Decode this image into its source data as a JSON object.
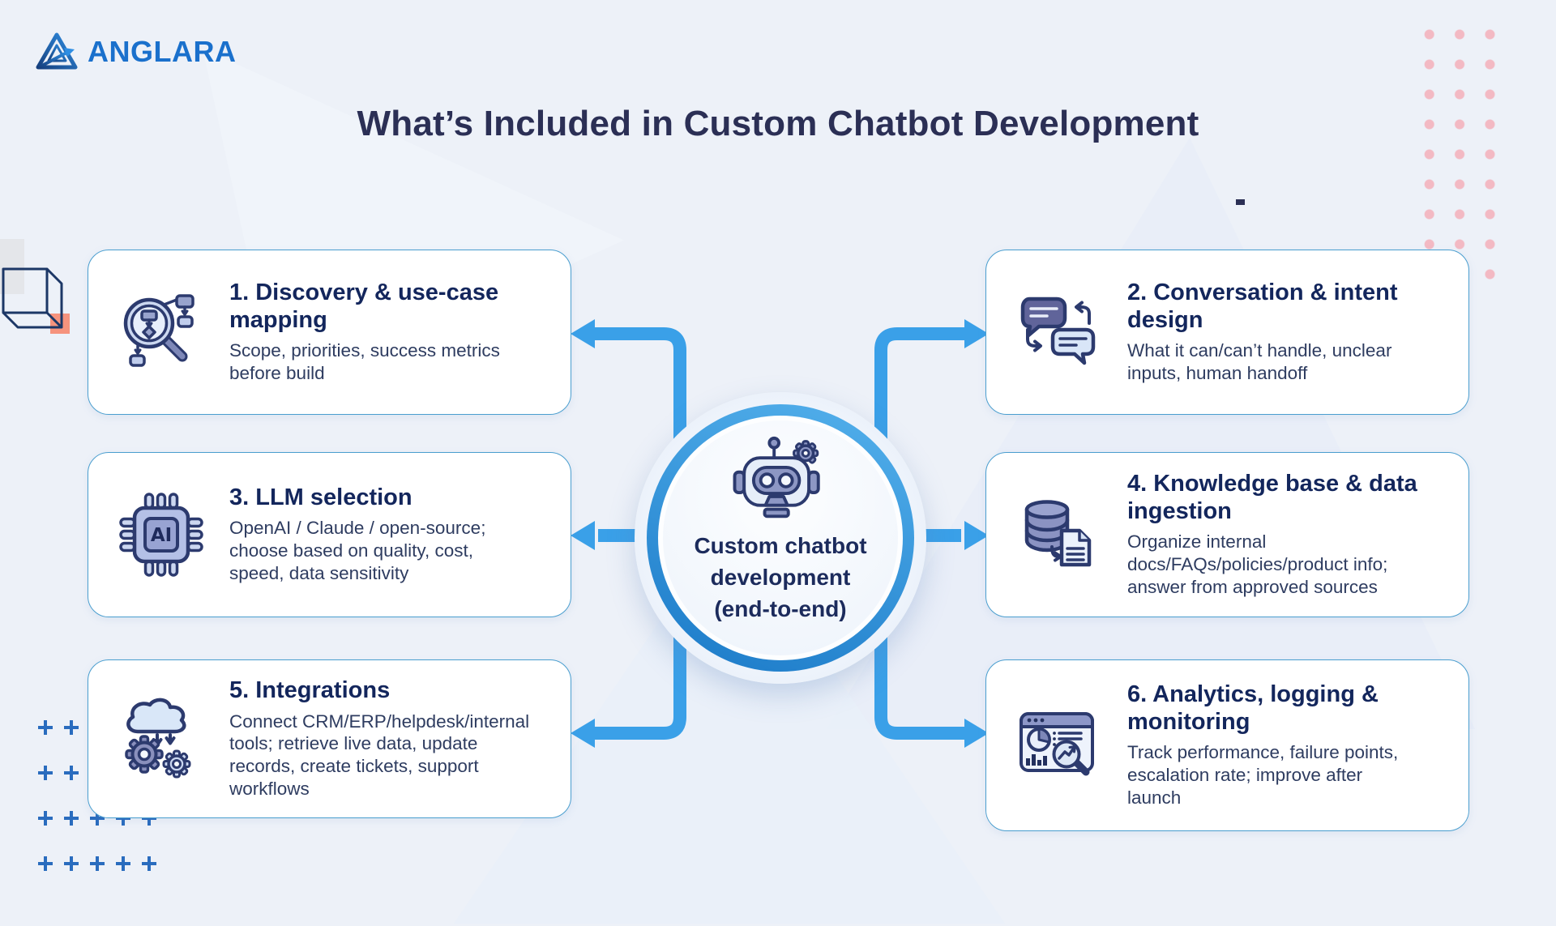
{
  "brand": {
    "name": "ANGLARA",
    "logo_icon": "triangle-arrow-icon"
  },
  "title": "What’s Included in Custom Chatbot Development",
  "hub": {
    "icon": "robot-icon",
    "lines": [
      "Custom chatbot",
      "development",
      "(end-to-end)"
    ]
  },
  "cards": [
    {
      "title": "1. Discovery & use-case mapping",
      "body": "Scope, priorities, success metrics before build",
      "icon": "magnifier-flowchart-icon"
    },
    {
      "title": "2. Conversation & intent design",
      "body": "What it can/can’t handle, unclear inputs, human handoff",
      "icon": "chat-bubbles-icon"
    },
    {
      "title": "3. LLM selection",
      "body": "OpenAI / Claude / open-source; choose based on quality, cost, speed, data sensitivity",
      "icon": "ai-chip-icon",
      "chip_label": "AI"
    },
    {
      "title": "4. Knowledge base & data ingestion",
      "body": "Organize internal docs/FAQs/policies/product info; answer from approved sources",
      "icon": "database-doc-icon"
    },
    {
      "title": "5. Integrations",
      "body": "Connect CRM/ERP/helpdesk/internal tools; retrieve live data, update records, create tickets, support workflows",
      "icon": "cloud-gears-icon"
    },
    {
      "title": "6. Analytics, logging & monitoring",
      "body": "Track performance, failure points, escalation rate; improve after launch",
      "icon": "dashboard-chart-icon"
    }
  ],
  "decorations": {
    "pink_dot_grid": {
      "rows": 9,
      "cols": 3
    },
    "plus_grid": {
      "rows": 4,
      "cols": 5
    },
    "cube_outline": true,
    "dash": "-"
  },
  "colors": {
    "background": "#edf1f8",
    "card_bg": "#ffffff",
    "card_border": "#4a9ecf",
    "arrow": "#3aa0e8",
    "heading": "#13265c",
    "body_text": "#2e3c60",
    "title": "#2b2f55",
    "brand_blue": "#1a70cc",
    "dots_pink": "#f3b9c3",
    "plus_blue": "#2a6cbe",
    "accent_salmon": "#f6937d"
  }
}
